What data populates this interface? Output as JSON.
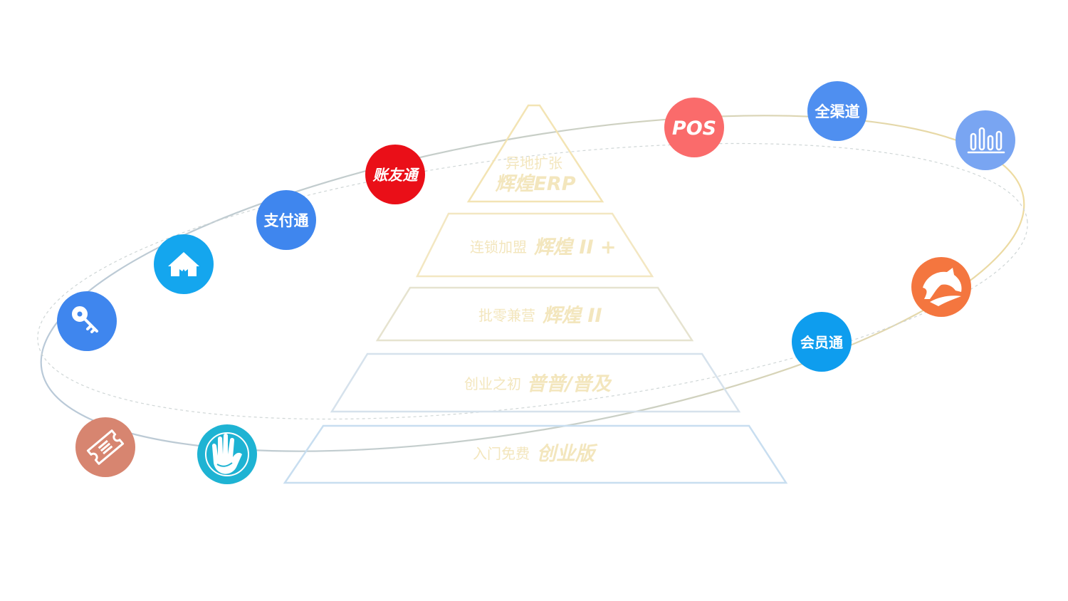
{
  "pyramid": {
    "tiers": [
      {
        "label": "异地扩张",
        "name": "辉煌ERP"
      },
      {
        "label": "连锁加盟",
        "name": "辉煌 II +"
      },
      {
        "label": "批零兼营",
        "name": "辉煌 II"
      },
      {
        "label": "创业之初",
        "name": "普普/普及"
      },
      {
        "label": "入门免费",
        "name": "创业版"
      }
    ]
  },
  "nodes": {
    "pos": "POS",
    "all_channels": "全渠道",
    "zhangyoutong": "账友通",
    "zhifutong": "支付通",
    "huiyuantong": "会员通"
  },
  "icons": {
    "bar_chart": "bar-chart-icon",
    "horse": "horse-icon",
    "key": "key-icon",
    "home": "home-icon",
    "ticket": "ticket-icon",
    "hand": "hand-icon"
  },
  "colors": {
    "pyramid_top_stroke": "#f3e4b4",
    "pyramid_bottom_stroke": "#c8def0",
    "tier_text": "#f3e6bd",
    "orbit_outer": "#eedba0",
    "orbit_inner": "#b8c9d6",
    "pos": "#fa6b6b",
    "all_channels": "#4f8ff0",
    "bar_chart": "#79a5f2",
    "horse": "#f4763f",
    "huiyuantong": "#0e9dee",
    "zhangyoutong": "#ea0f18",
    "zhifutong": "#3f86ee",
    "home": "#14a6ee",
    "key": "#3f86ee",
    "ticket": "#d78570",
    "hand": "#1eb3d3"
  }
}
